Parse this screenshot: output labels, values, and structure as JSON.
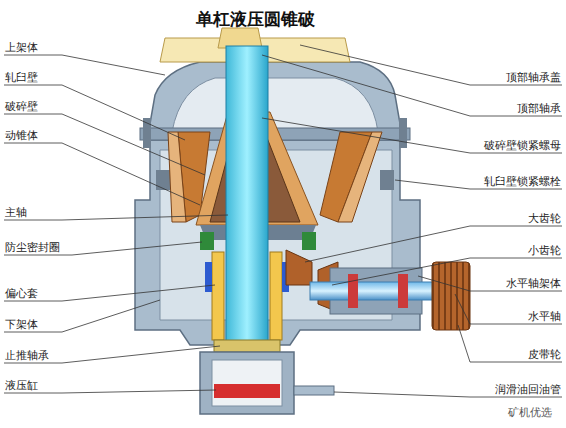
{
  "diagram": {
    "title": "单杠液压圆锥破",
    "labels": [
      "上架体",
      "轧臼壁",
      "破碎壁",
      "动锥体",
      "主轴",
      "防尘密封圈",
      "偏心套",
      "下架体",
      "止推轴承",
      "液压缸",
      "顶部轴承盖",
      "顶部轴承",
      "破碎壁锁紧螺母",
      "轧臼壁锁紧螺栓",
      "大齿轮",
      "小齿轮",
      "水平轴架体",
      "水平轴",
      "皮带轮",
      "润滑油回油管",
      "矿机优选"
    ]
  }
}
